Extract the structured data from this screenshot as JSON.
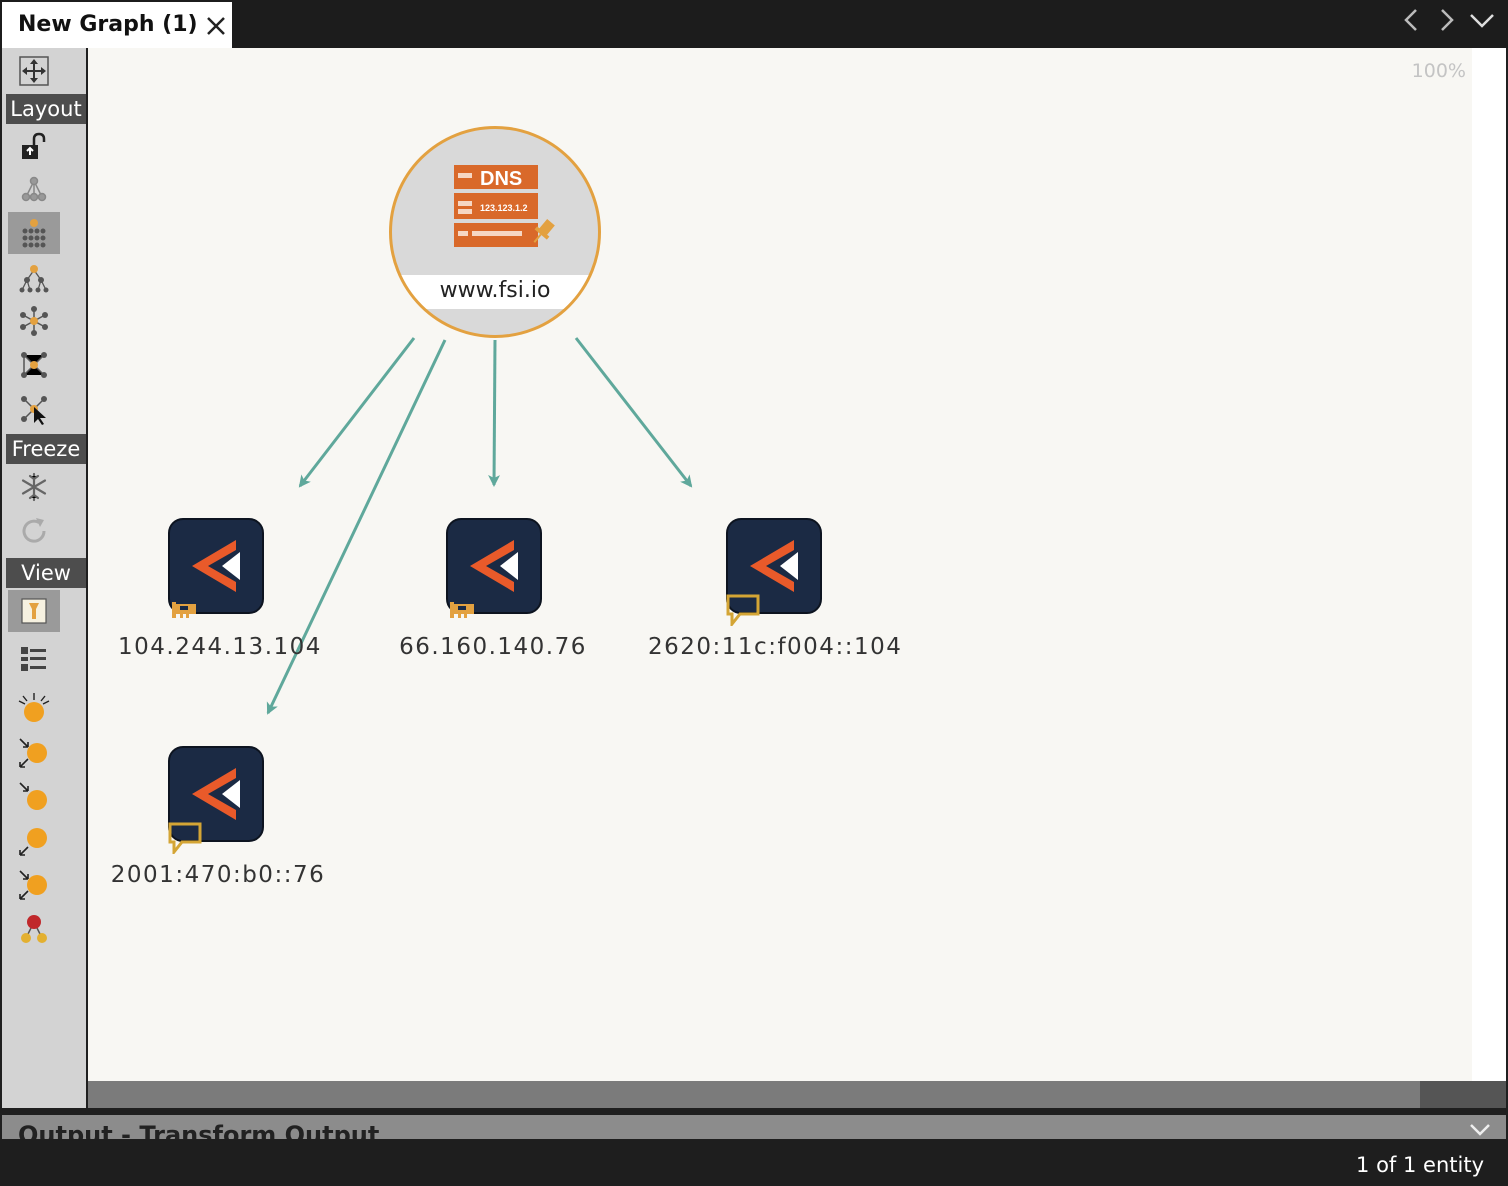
{
  "tab": {
    "title": "New Graph (1)"
  },
  "toolbar": {
    "layout_label": "Layout",
    "freeze_label": "Freeze",
    "view_label": "View"
  },
  "canvas": {
    "zoom": "100%",
    "dns_node": {
      "label": "www.fsi.io",
      "icon_text": "DNS",
      "icon_ip": "123.123.1.2"
    },
    "ip_nodes": [
      {
        "label": "104.244.13.104",
        "badge": "network-card-icon"
      },
      {
        "label": "66.160.140.76",
        "badge": "network-card-icon"
      },
      {
        "label": "2620:11c:f004::104",
        "badge": "comment-icon"
      },
      {
        "label": "2001:470:b0::76",
        "badge": "comment-icon"
      }
    ]
  },
  "output": {
    "title": "Output - Transform Output"
  },
  "status": {
    "text": "1 of 1 entity"
  },
  "colors": {
    "edge": "#5fa89b",
    "accent": "#e3a140",
    "dns_orange": "#d9692a",
    "ip_tile": "#1b2a44",
    "ip_arrow": "#e95a2a"
  }
}
